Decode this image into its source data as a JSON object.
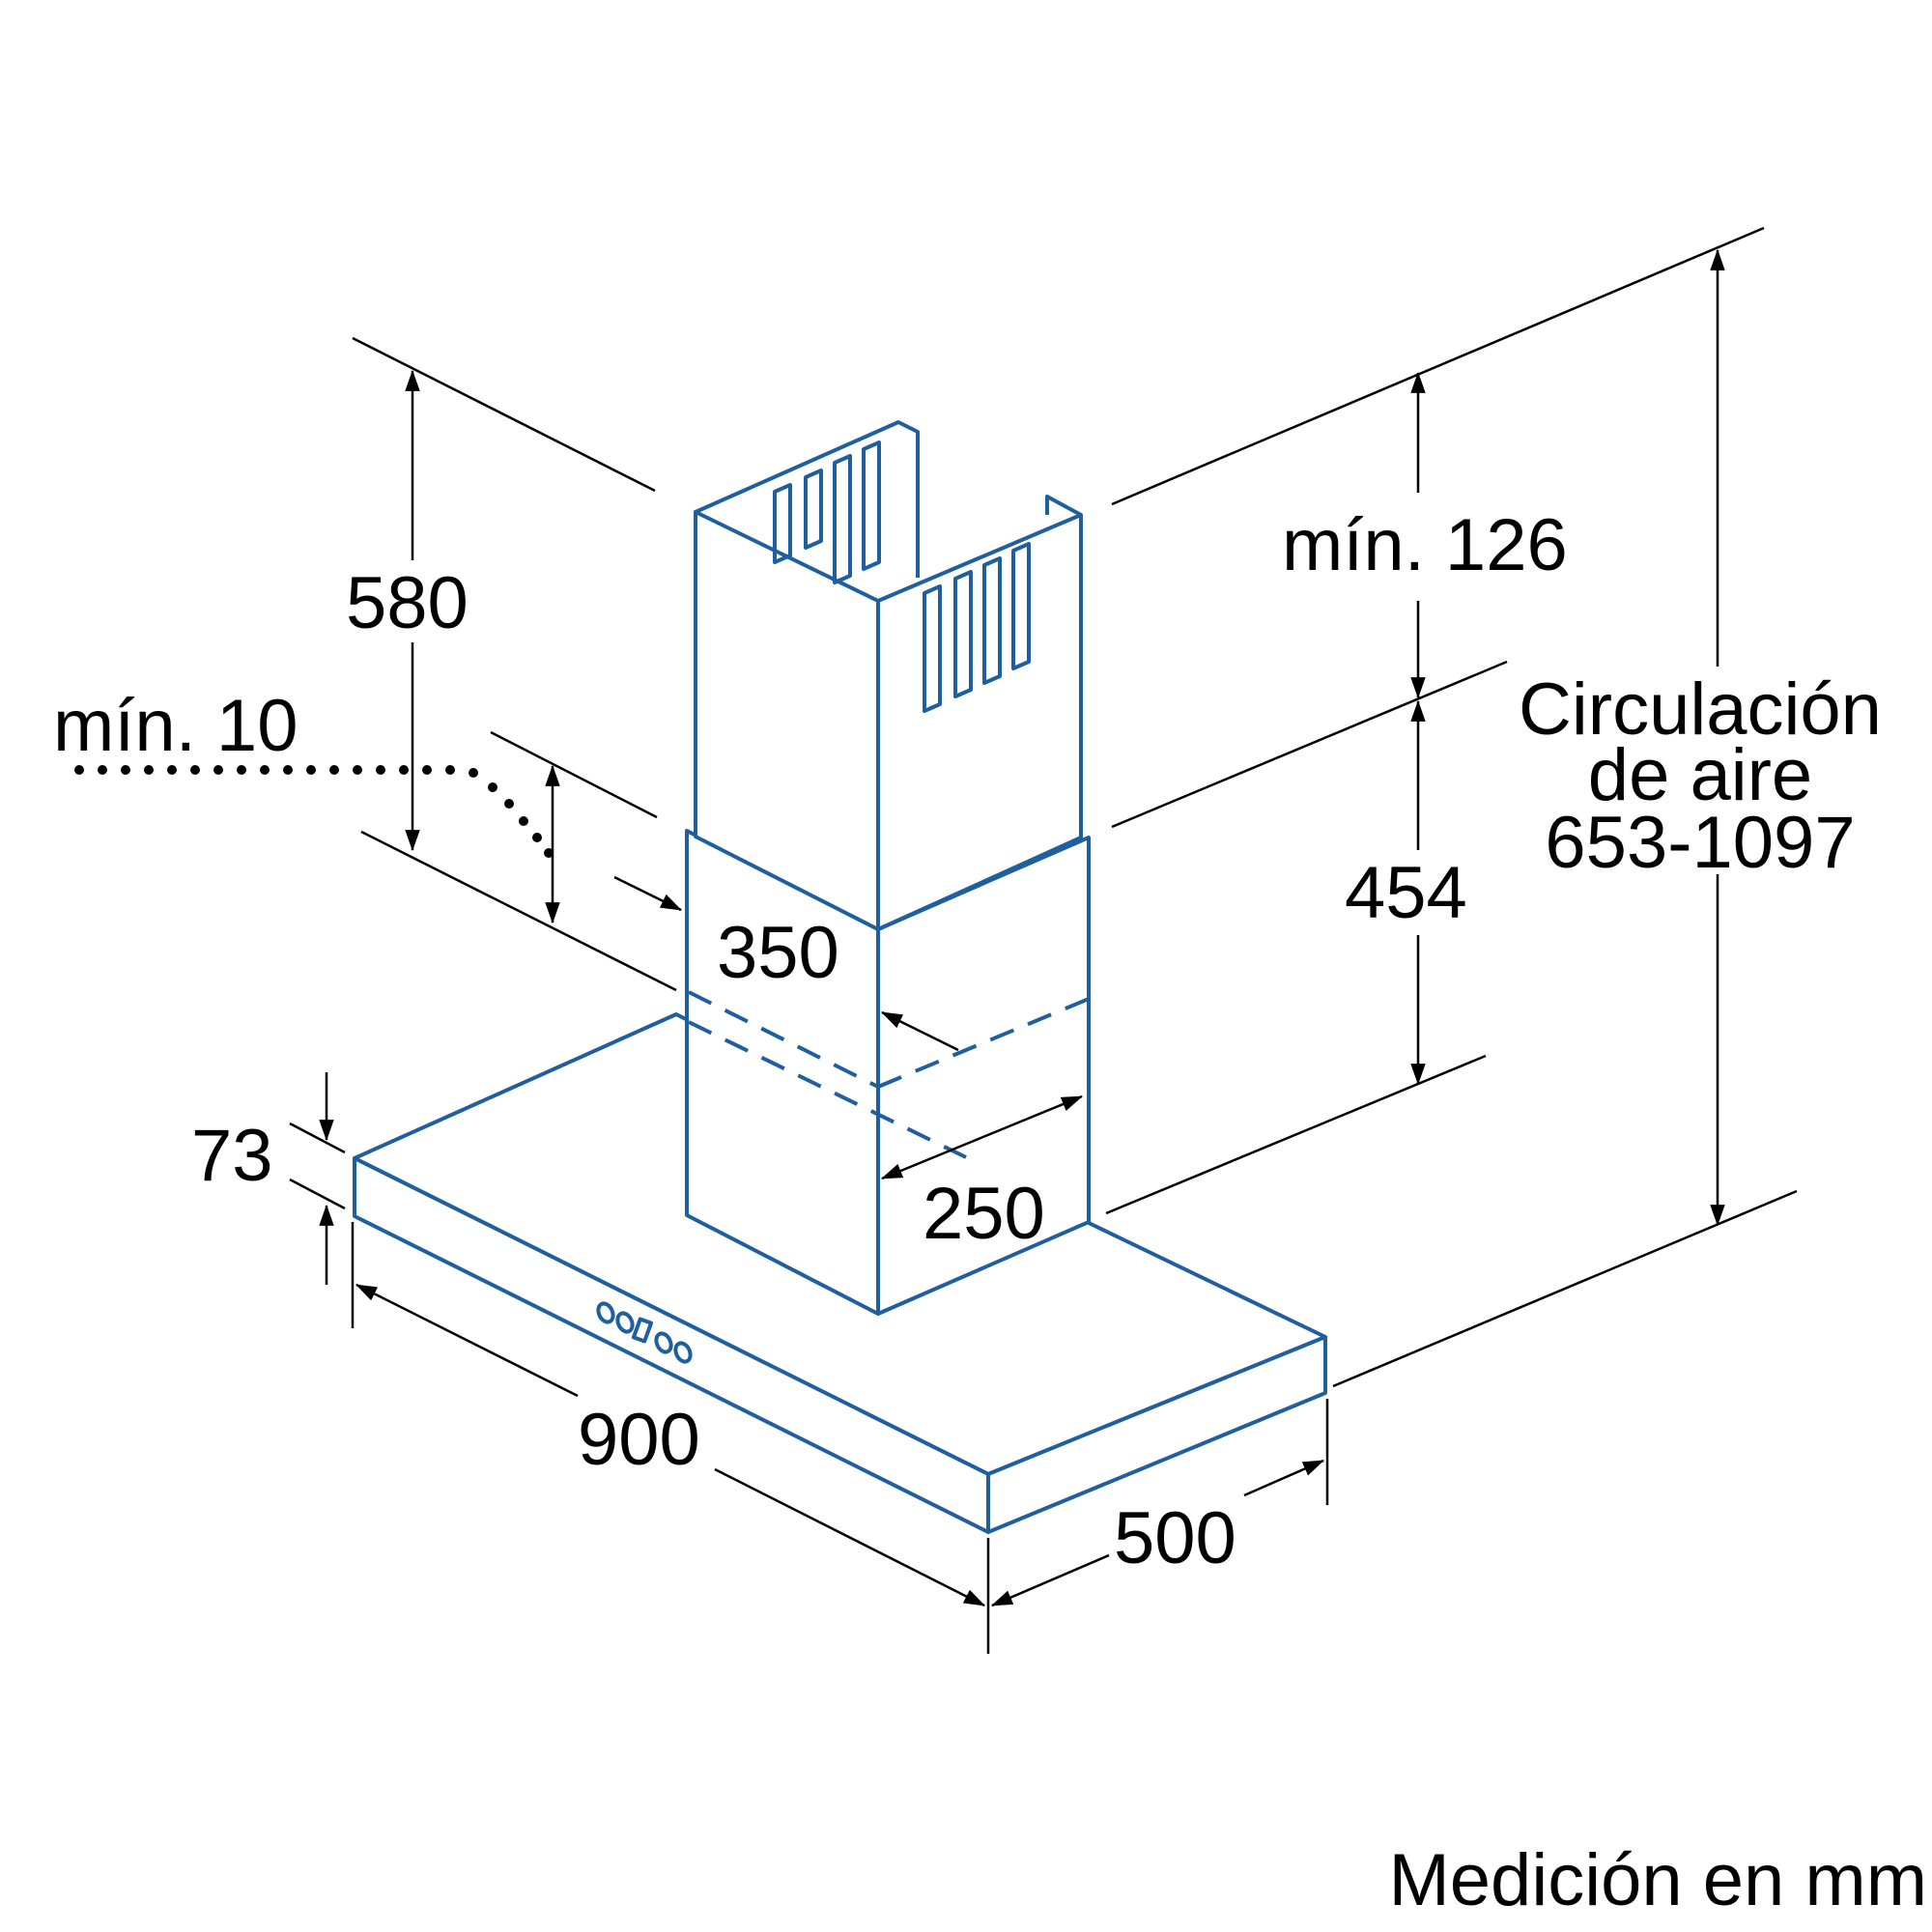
{
  "dimensions": {
    "chimney_height": "580",
    "min_clearance_top": "mín. 10",
    "min_126": "mín. 126",
    "chimney_lower": "454",
    "depth_350": "350",
    "width_250": "250",
    "thickness": "73",
    "width": "900",
    "depth": "500"
  },
  "air_circulation": {
    "line1": "Circulación",
    "line2": "de aire",
    "range": "653-1097"
  },
  "footnote": "Medición en mm",
  "colors": {
    "outline": "#1f5f9f",
    "dimension_lines": "#000000"
  }
}
